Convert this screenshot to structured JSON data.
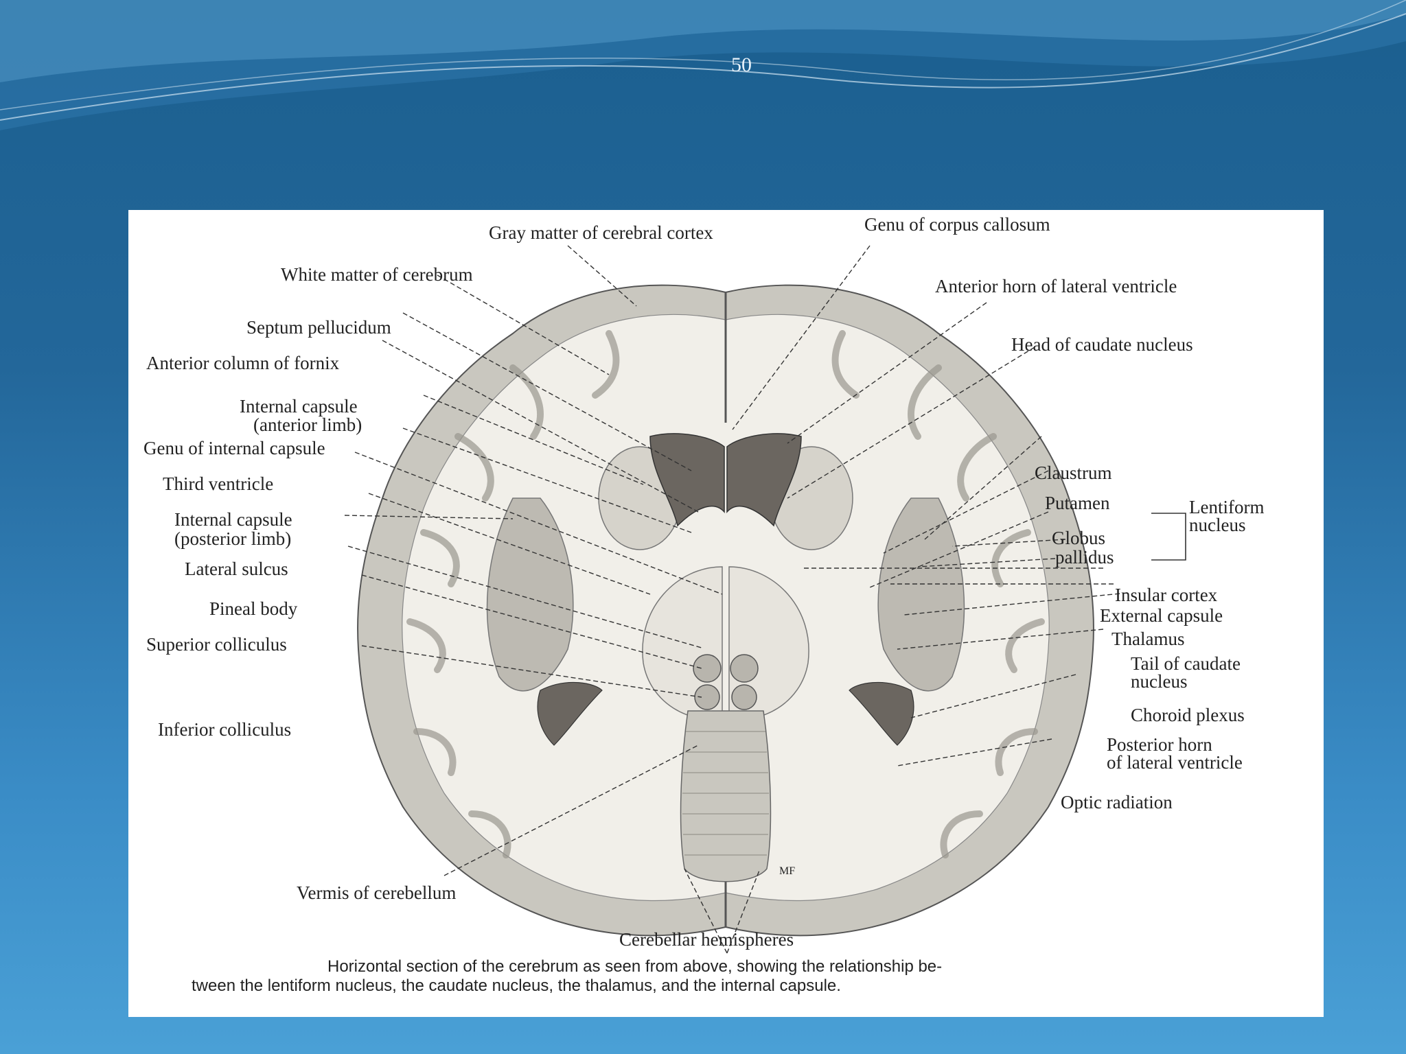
{
  "slide": {
    "number": "50"
  },
  "figure": {
    "labels": {
      "gray_matter": "Gray matter of cerebral cortex",
      "genu_corpus": "Genu of corpus callosum",
      "white_matter": "White matter of cerebrum",
      "anterior_horn": "Anterior horn of lateral ventricle",
      "septum": "Septum pellucidum",
      "head_caudate": "Head of caudate nucleus",
      "anterior_column": "Anterior column of fornix",
      "int_capsule_ant_1": "Internal capsule",
      "int_capsule_ant_2": "(anterior limb)",
      "genu_internal": "Genu of internal capsule",
      "claustrum": "Claustrum",
      "third_ventricle": "Third ventricle",
      "putamen": "Putamen",
      "lentiform_1": "Lentiform",
      "lentiform_2": "nucleus",
      "int_capsule_post_1": "Internal capsule",
      "int_capsule_post_2": "(posterior limb)",
      "globus_1": "Globus",
      "globus_2": "pallidus",
      "lateral_sulcus": "Lateral sulcus",
      "insular_cortex": "Insular cortex",
      "pineal_body": "Pineal body",
      "external_capsule": "External capsule",
      "thalamus": "Thalamus",
      "superior_colliculus": "Superior colliculus",
      "tail_caudate_1": "Tail of caudate",
      "tail_caudate_2": "nucleus",
      "choroid_plexus": "Choroid plexus",
      "inferior_colliculus": "Inferior colliculus",
      "posterior_horn_1": "Posterior horn",
      "posterior_horn_2": "of lateral ventricle",
      "optic_radiation": "Optic radiation",
      "vermis": "Vermis of cerebellum",
      "cerebellar_hemispheres": "Cerebellar hemispheres",
      "artist_initials": "MF"
    },
    "caption": {
      "line1": "Horizontal section of the cerebrum as seen from above, showing the relationship be-",
      "line2": "tween the lentiform nucleus, the caudate nucleus, the thalamus, and the internal capsule."
    }
  },
  "colors": {
    "background_top": "#1b5f8f",
    "background_bottom": "#4aa0d6",
    "gray_matter": "#c9c7bf",
    "white_matter": "#f1efe9",
    "ventricle": "#6b6660"
  }
}
